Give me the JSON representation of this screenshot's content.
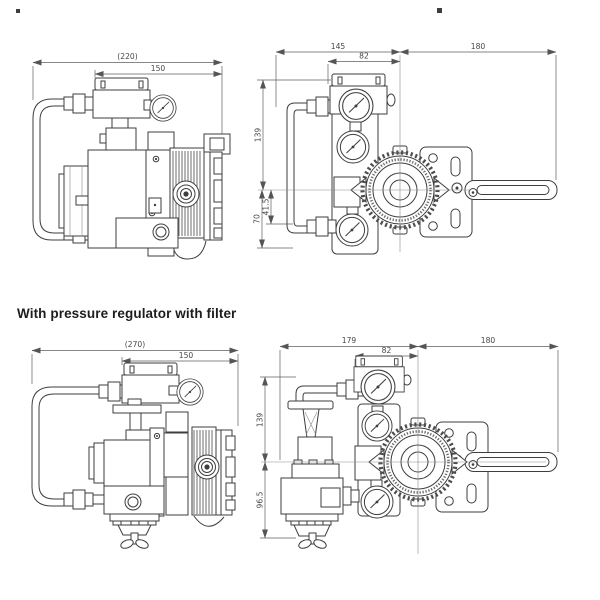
{
  "heading": {
    "text": "With pressure regulator with filter"
  },
  "views": {
    "top_front": {
      "dims": {
        "overall_width": "(220)",
        "top_width": "150"
      }
    },
    "top_side": {
      "dims": {
        "left_width": "145",
        "block_width": "82",
        "lever_width": "180",
        "upper_height": "139",
        "mid_height": "41.5",
        "lower_height": "70"
      }
    },
    "bottom_front": {
      "dims": {
        "overall_width": "(270)",
        "top_width": "150"
      }
    },
    "bottom_side": {
      "dims": {
        "left_width": "179",
        "block_width": "82",
        "lever_width": "180",
        "upper_height": "139",
        "lower_height": "96.5"
      }
    }
  }
}
